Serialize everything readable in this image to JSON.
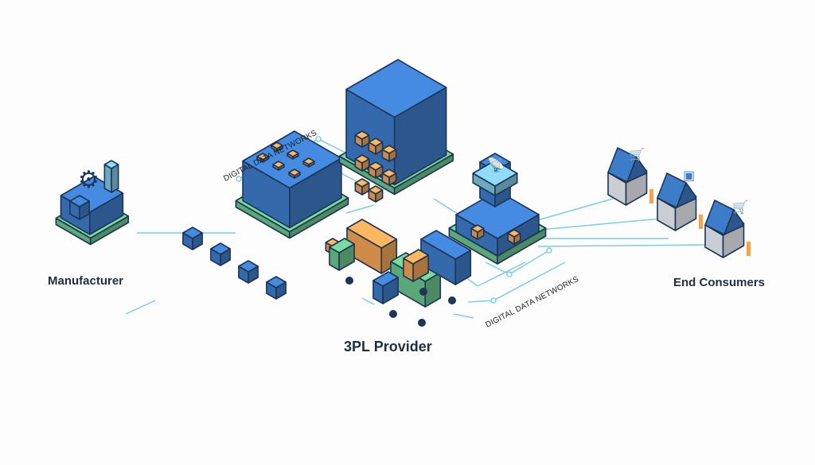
{
  "labels": {
    "manufacturer": "Manufacturer",
    "provider": "3PL Provider",
    "consumers": "End Consumers",
    "network_top": "DIGITAL DATA NETWORKS",
    "network_bottom": "DIGITAL DATA NETWORKS"
  },
  "colors": {
    "blue": "#3d7cc9",
    "dark": "#1d3557",
    "green": "#6cc58c",
    "orange": "#f2a456",
    "line": "#7ccfdc"
  }
}
